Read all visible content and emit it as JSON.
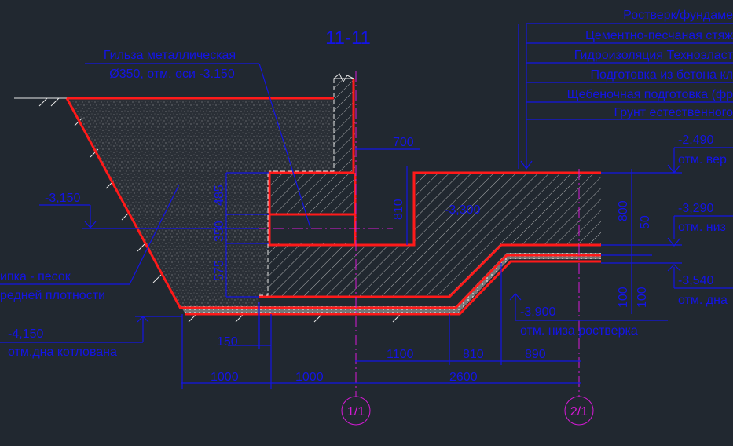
{
  "title": "11-11",
  "sleeve_note": {
    "line1": "Гильза металлическая",
    "line2": "Ø350, отм. оси -3.150"
  },
  "backfill_note": {
    "line1": "ипка - песок",
    "line2": "редней плотности"
  },
  "layers_table": [
    "Ростверк/фундаме",
    "Цементно-песчаная стяж",
    "Гидроизоляция Техноэласт",
    "Подготовка из бетона кл",
    "Щебеночная подготовка (фр",
    "Грунт естественного"
  ],
  "levels": {
    "sleeve_axis": "-3,150",
    "pit_bottom": {
      "value": "-4,150",
      "label": "отм.дна котлована"
    },
    "raft_low": {
      "value": "-3,300"
    },
    "raft_bottom": {
      "value": "-3,900",
      "label": "отм. низа ростверка"
    },
    "top": {
      "value": "-2.490",
      "label": "отм. вер"
    },
    "bottom_right": {
      "value": "-3,290",
      "label": "отм. низ"
    },
    "pit_right": {
      "value": "-3,540",
      "label": "отм. дна"
    }
  },
  "dimensions": {
    "d700": "700",
    "d810v": "810",
    "d800": "800",
    "d50": "50",
    "d100a": "100",
    "d100b": "100",
    "d485": "485",
    "d350": "350",
    "d575": "575",
    "d150": "150",
    "d1100": "1100",
    "d810": "810",
    "d890": "890",
    "d1000a": "1000",
    "d1000b": "1000",
    "d2600": "2600"
  },
  "axes": [
    "1/1",
    "2/1"
  ],
  "colors": {
    "background": "#212830",
    "outline": "#ff1a1a",
    "annotation": "#1414e6",
    "axis": "#d61ad6"
  }
}
